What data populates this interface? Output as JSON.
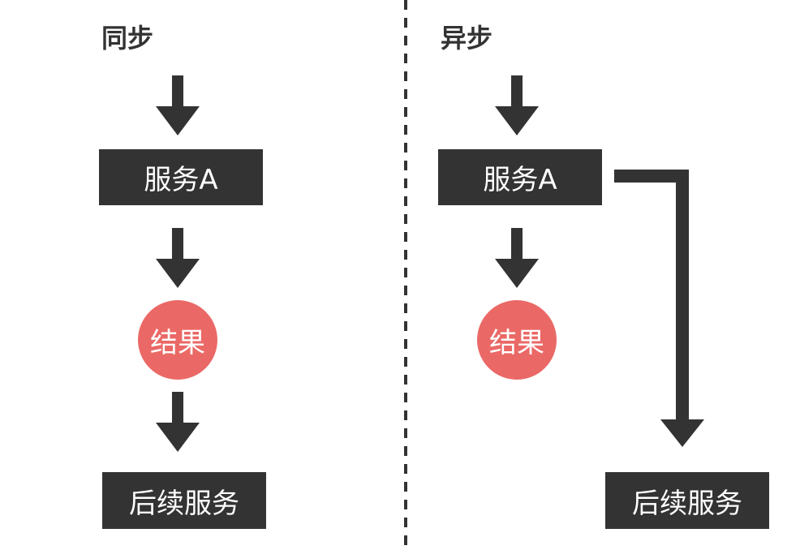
{
  "colors": {
    "box_fill": "#333333",
    "box_text": "#ffffff",
    "result_fill": "#ea6966",
    "arrow": "#333333",
    "divider": "#333333"
  },
  "sync": {
    "title": "同步",
    "service_label": "服务A",
    "result_label": "结果",
    "next_label": "后续服务"
  },
  "async": {
    "title": "异步",
    "service_label": "服务A",
    "result_label": "结果",
    "next_label": "后续服务"
  }
}
